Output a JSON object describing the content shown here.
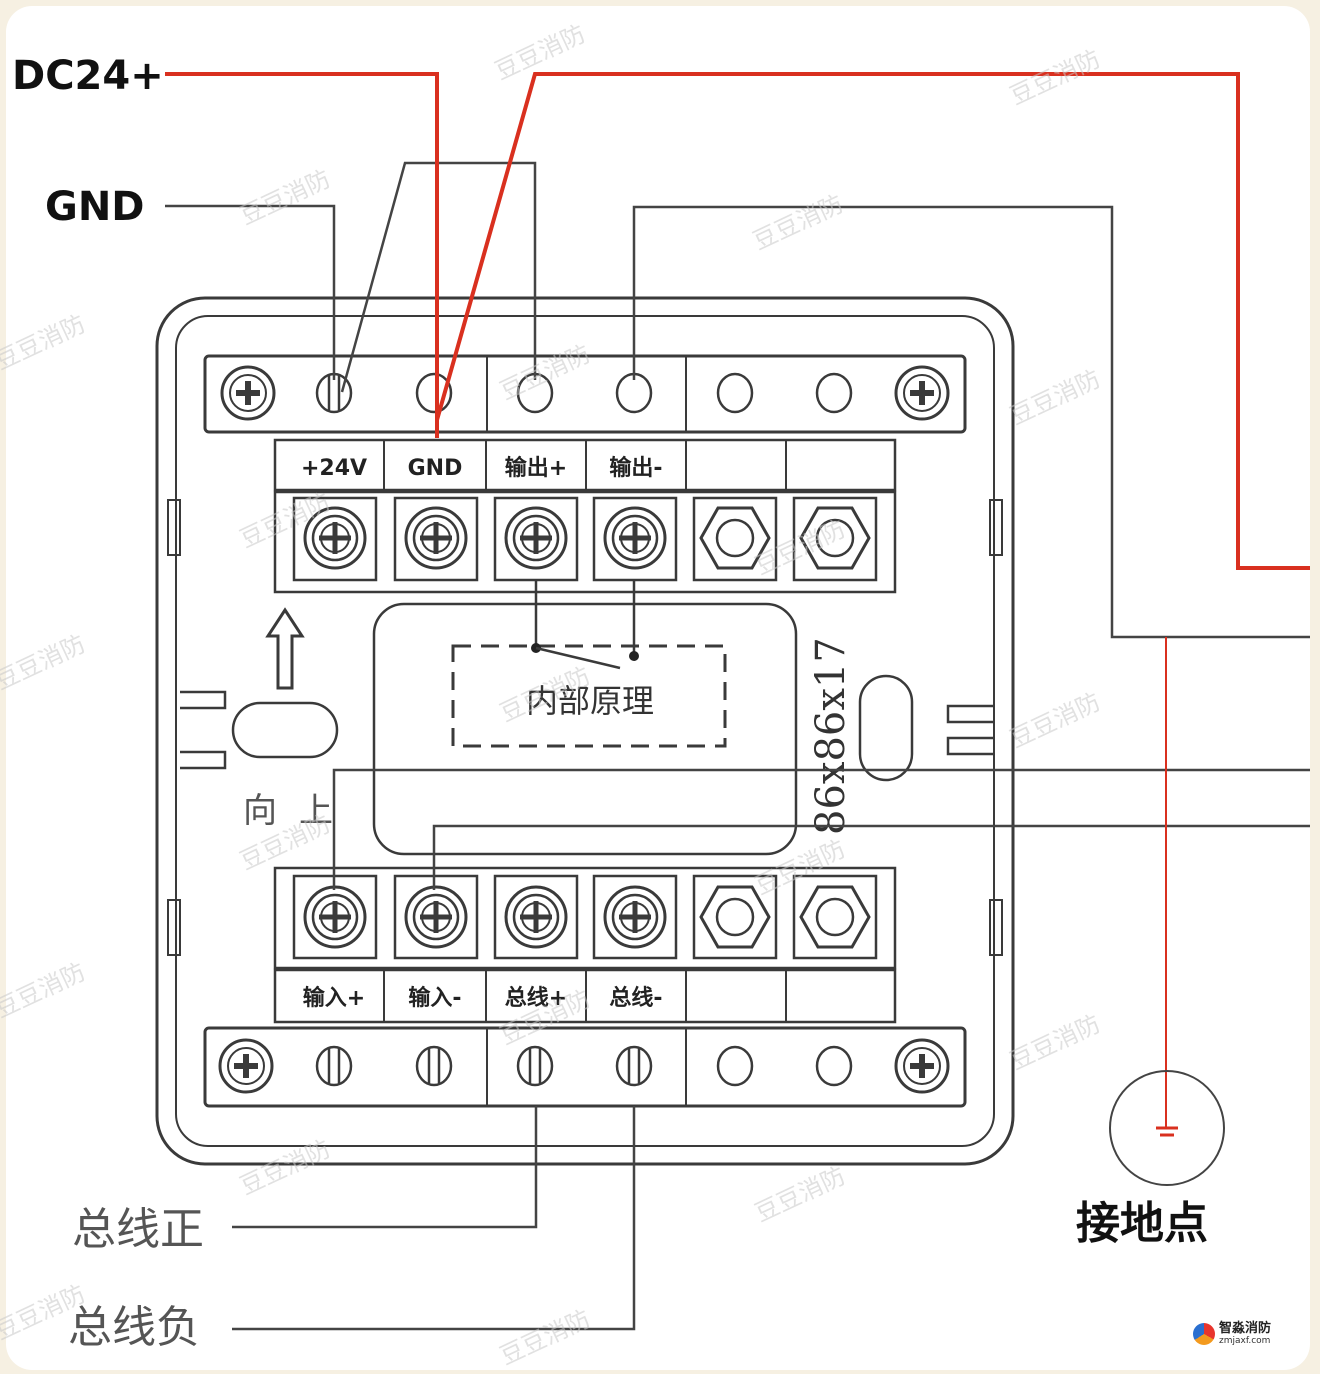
{
  "signals": {
    "dc24": "DC24+",
    "gnd": "GND"
  },
  "terminal_labels": {
    "top": [
      "+24V",
      "GND",
      "输出+",
      "输出-"
    ],
    "bottom": [
      "输入+",
      "输入-",
      "总线+",
      "总线-"
    ]
  },
  "inner_box": "内部原理",
  "direction": "向上",
  "dimensions": "86x86x17",
  "bus": {
    "positive": "总线正",
    "negative": "总线负"
  },
  "ground": "接地点",
  "watermark": "豆豆消防",
  "logo": {
    "name": "智淼消防",
    "url": "zmjaxf.com"
  },
  "colors": {
    "wire_red": "#d9301f",
    "line_ink": "#3a3a3a",
    "background": "#f6f0e2"
  }
}
